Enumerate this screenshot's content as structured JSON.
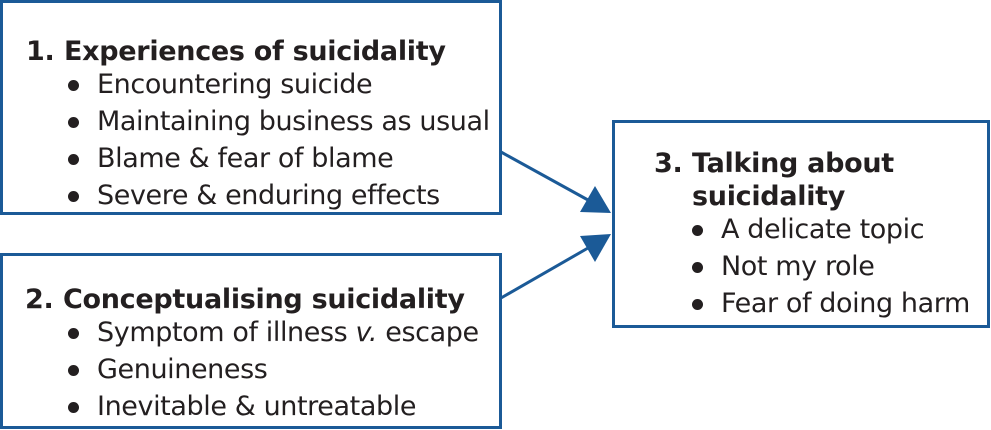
{
  "diagram": {
    "colors": {
      "box_border": "#1b5a97",
      "arrow": "#1b5a97",
      "text": "#231f20"
    },
    "boxes": [
      {
        "number": "1.",
        "title": "Experiences of suicidality",
        "items": [
          "Encountering suicide",
          "Maintaining business as usual",
          "Blame & fear of blame",
          "Severe & enduring effects"
        ]
      },
      {
        "number": "2.",
        "title": "Conceptualising suicidality",
        "items": [
          {
            "pre": "Symptom of illness ",
            "italic": "v.",
            "post": " escape"
          },
          "Genuineness",
          "Inevitable & untreatable"
        ]
      },
      {
        "number": "3.",
        "title_line1": "Talking about",
        "title_line2": "suicidality",
        "items": [
          "A delicate topic",
          "Not my role",
          "Fear of doing harm"
        ]
      }
    ],
    "arrows": [
      {
        "from": "box-1",
        "to": "box-3"
      },
      {
        "from": "box-2",
        "to": "box-3"
      }
    ]
  }
}
